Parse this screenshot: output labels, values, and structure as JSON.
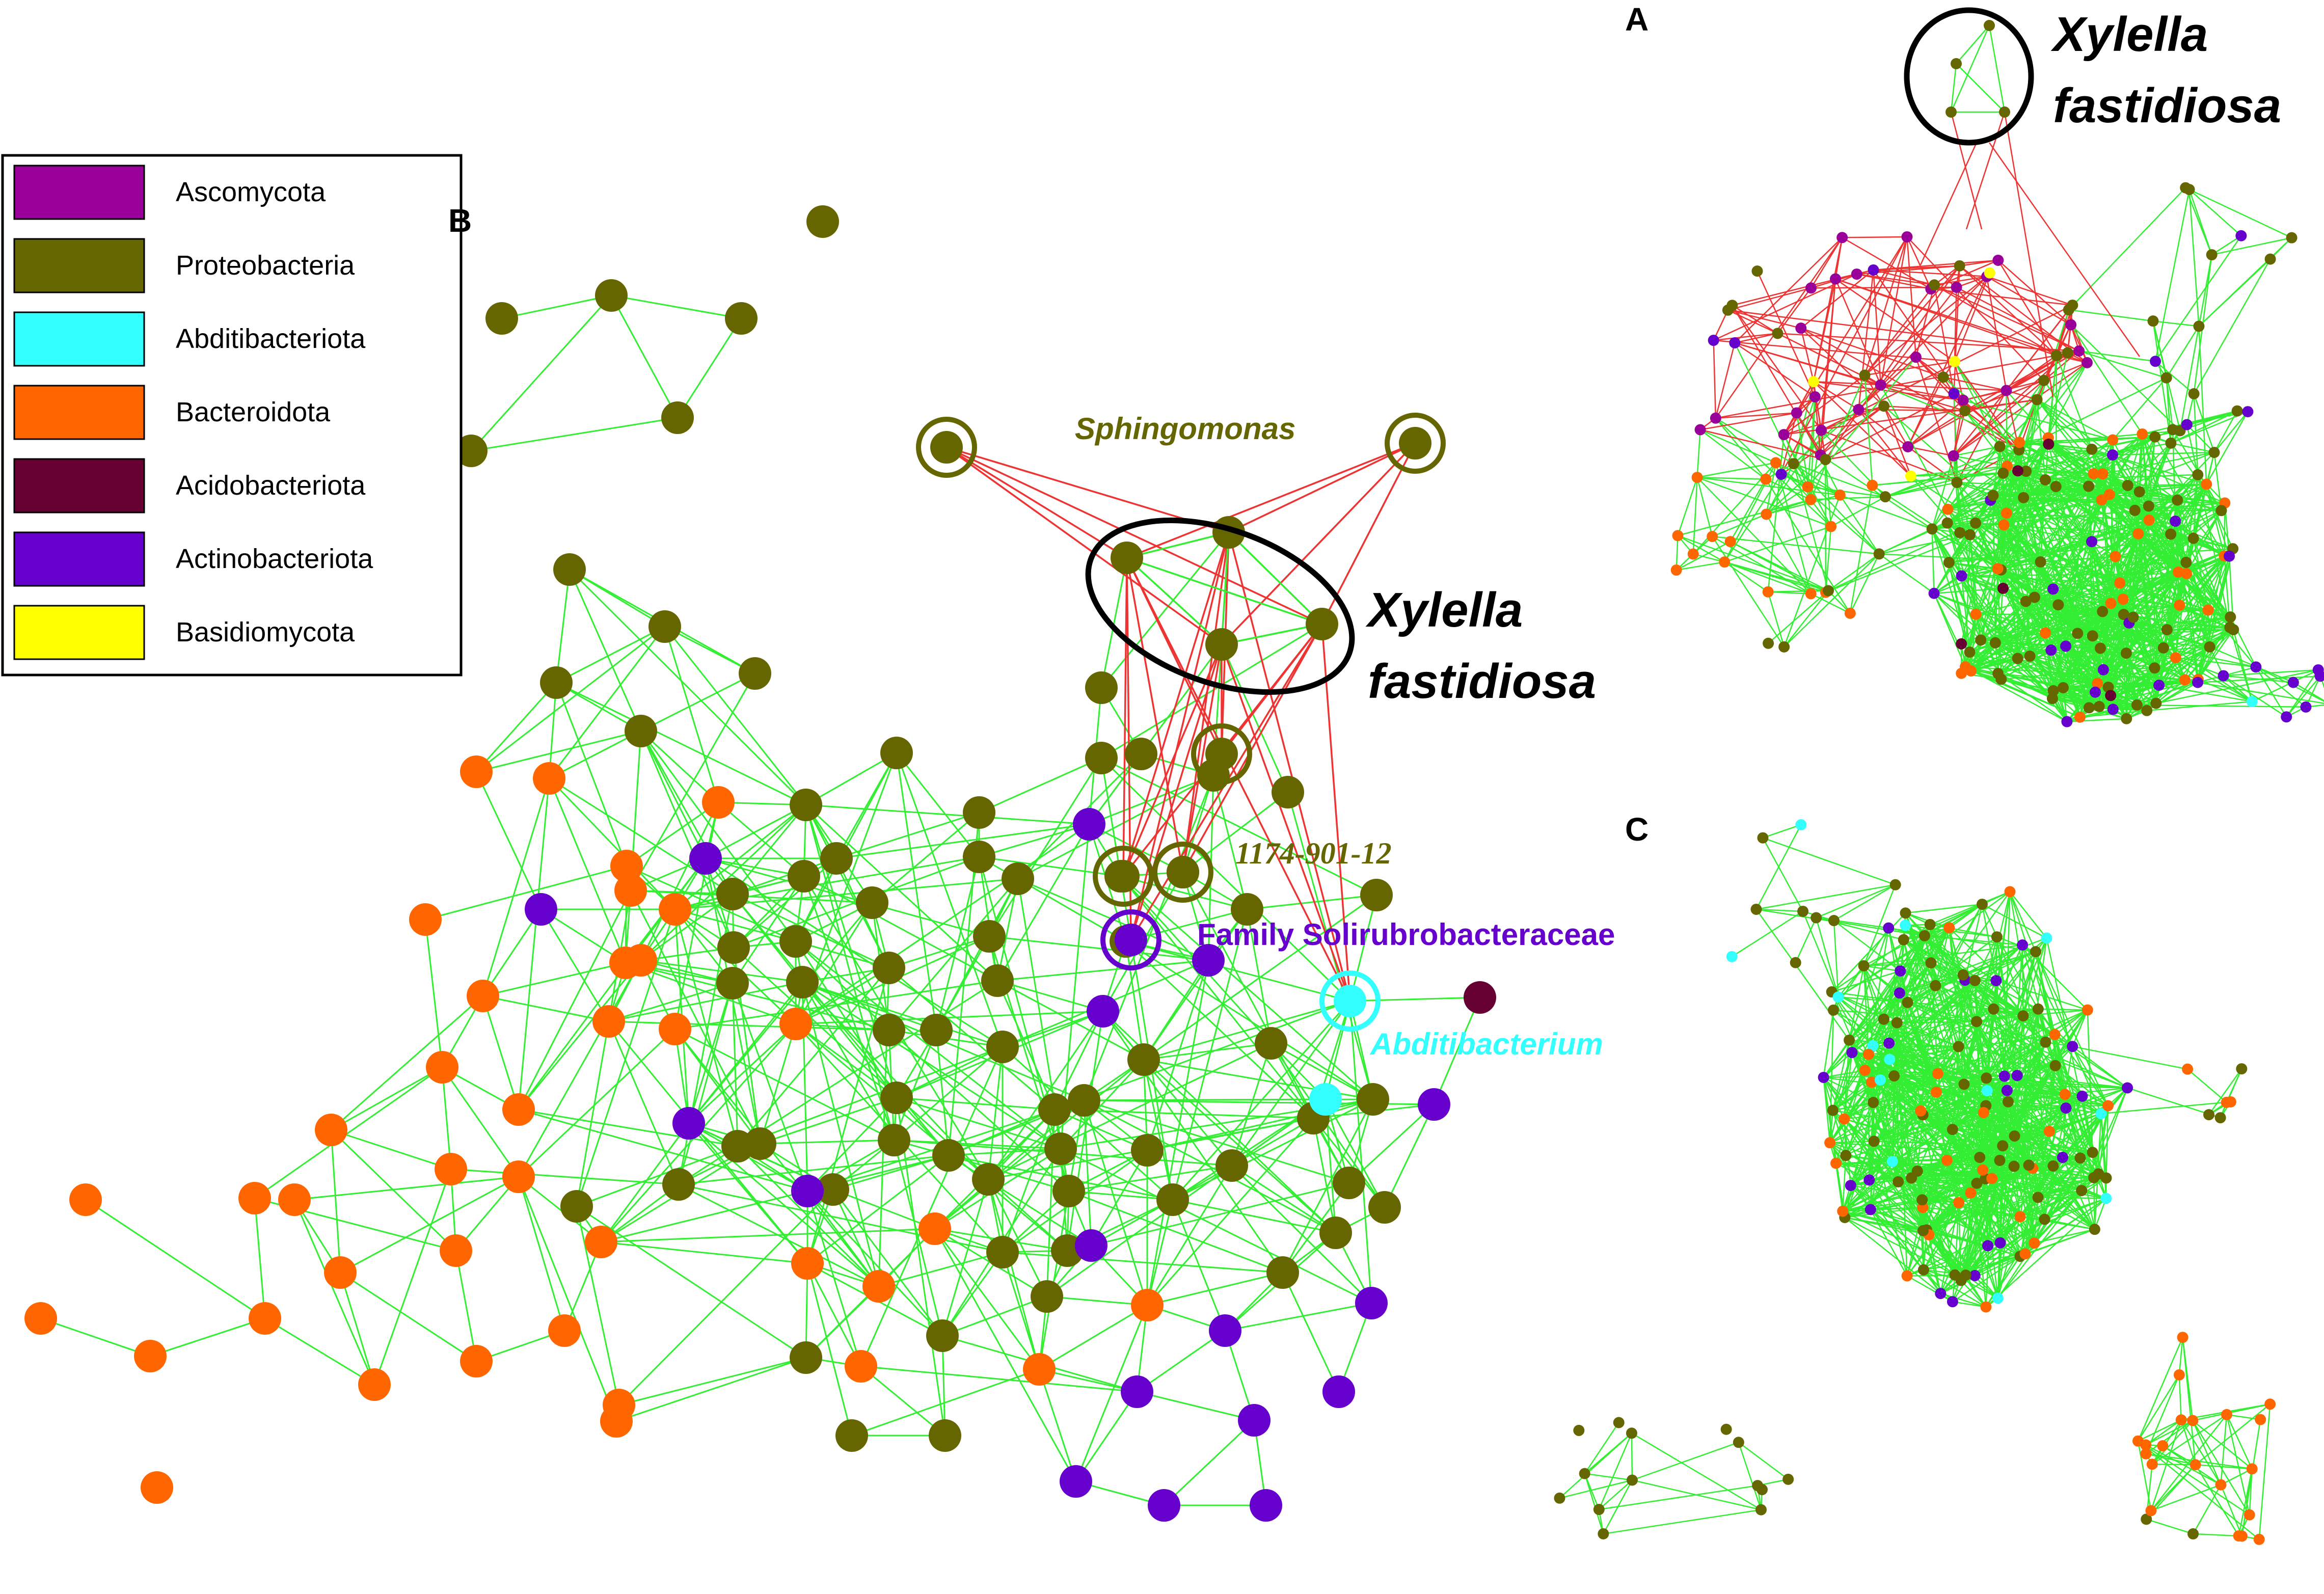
{
  "legend": {
    "items": [
      {
        "label": "Ascomycota",
        "color": "#990099"
      },
      {
        "label": "Proteobacteria",
        "color": "#666600"
      },
      {
        "label": "Abditibacteriota",
        "color": "#33ffff"
      },
      {
        "label": "Bacteroidota",
        "color": "#ff6600"
      },
      {
        "label": "Acidobacteriota",
        "color": "#660033"
      },
      {
        "label": "Actinobacteriota",
        "color": "#6600cc"
      },
      {
        "label": "Basidiomycota",
        "color": "#ffff00"
      }
    ]
  },
  "panels": {
    "A": {
      "letter": "A",
      "highlight_line1": "Xylella",
      "highlight_line2": "fastidiosa"
    },
    "B": {
      "letter": "B",
      "highlight_line1": "Xylella",
      "highlight_line2": "fastidiosa",
      "label_sphingomonas": "Sphingomonas",
      "label_1174": "1174-901-12",
      "label_solirubro": "Family Solirubrobacteraceae",
      "label_abditibacterium": "Abditibacterium"
    },
    "C": {
      "letter": "C"
    }
  },
  "colors": {
    "positive_edge": "#33ee33",
    "negative_edge": "#ee3333",
    "ring_black": "#000000"
  }
}
